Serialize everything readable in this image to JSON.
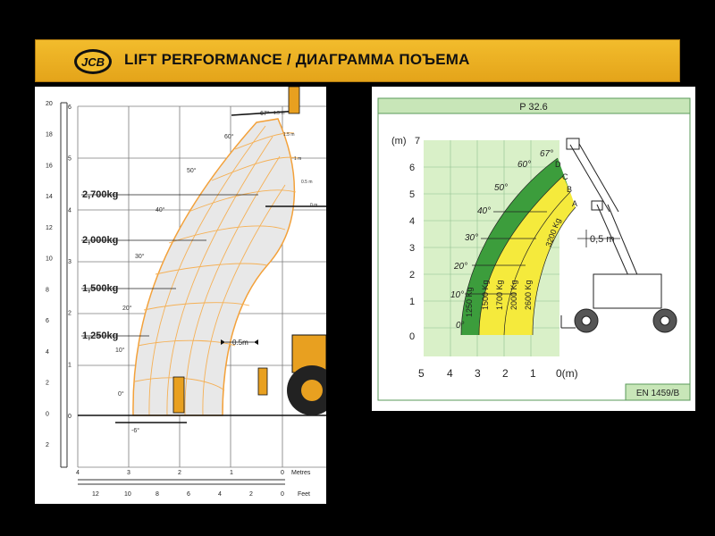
{
  "header": {
    "title": "LIFT PERFORMANCE / ДИАГРАММА ПОЪЕМА",
    "logo_text": "JCB"
  },
  "left_chart": {
    "load_labels": [
      "2,700kg",
      "2,000kg",
      "1,500kg",
      "1,250kg"
    ],
    "angle_labels": [
      "67°",
      "60°",
      "50°",
      "40°",
      "30°",
      "20°",
      "10°",
      "0°",
      "-6°"
    ],
    "extension_labels": [
      "1.5 m",
      "1.5 m",
      "1 m",
      "0.5 m",
      "0 m"
    ],
    "dimension_label": "0.5m",
    "metres_scale": [
      "0",
      "1",
      "2",
      "3",
      "4",
      "5",
      "6"
    ],
    "feet_scale": [
      "2",
      "0",
      "2",
      "4",
      "6",
      "8",
      "10",
      "12",
      "14",
      "16",
      "18",
      "20"
    ],
    "bottom_metres": [
      "4",
      "3",
      "2",
      "1",
      "0"
    ],
    "bottom_feet": [
      "12",
      "10",
      "8",
      "6",
      "4",
      "2",
      "0"
    ],
    "metres_label": "Metres",
    "feet_label": "Feet"
  },
  "right_chart": {
    "model": "P 32.6",
    "y_unit": "(m)",
    "y_ticks": [
      "7",
      "6",
      "5",
      "4",
      "3",
      "2",
      "1",
      "0"
    ],
    "x_ticks": [
      "5",
      "4",
      "3",
      "2",
      "1"
    ],
    "x_unit": "0(m)",
    "angle_labels": [
      "67°",
      "60°",
      "50°",
      "40°",
      "30°",
      "20°",
      "10°",
      "0°"
    ],
    "position_labels": [
      "D",
      "C",
      "B",
      "A"
    ],
    "load_labels": [
      "1250 Kg",
      "1500 Kg",
      "1700 Kg",
      "2000 Kg",
      "2600 Kg",
      "3200 Kg"
    ],
    "dimension_label": "0,5 m",
    "standard": "EN 1459/B"
  },
  "colors": {
    "banner": "#eeb325",
    "orange_grid": "#f4a640",
    "green_light": "#d9f0c8",
    "green_dark": "#3c9d3c",
    "yellow": "#f5ea3c"
  }
}
